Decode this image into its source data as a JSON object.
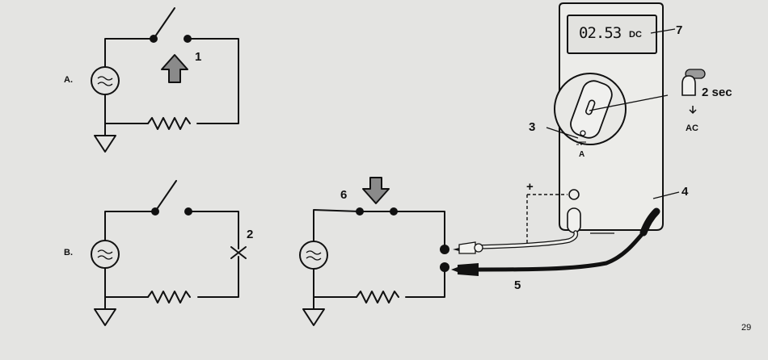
{
  "labels": {
    "a": "A.",
    "b": "B.",
    "n1": "1",
    "n2": "2",
    "n3": "3",
    "n4": "4",
    "n5": "5",
    "n6": "6",
    "n7": "7",
    "plus": "+",
    "minus": "-",
    "amps": "A",
    "hold": "2 sec",
    "ac": "AC"
  },
  "meter": {
    "reading": "02.53",
    "mode": "DC"
  },
  "page_number": "29"
}
